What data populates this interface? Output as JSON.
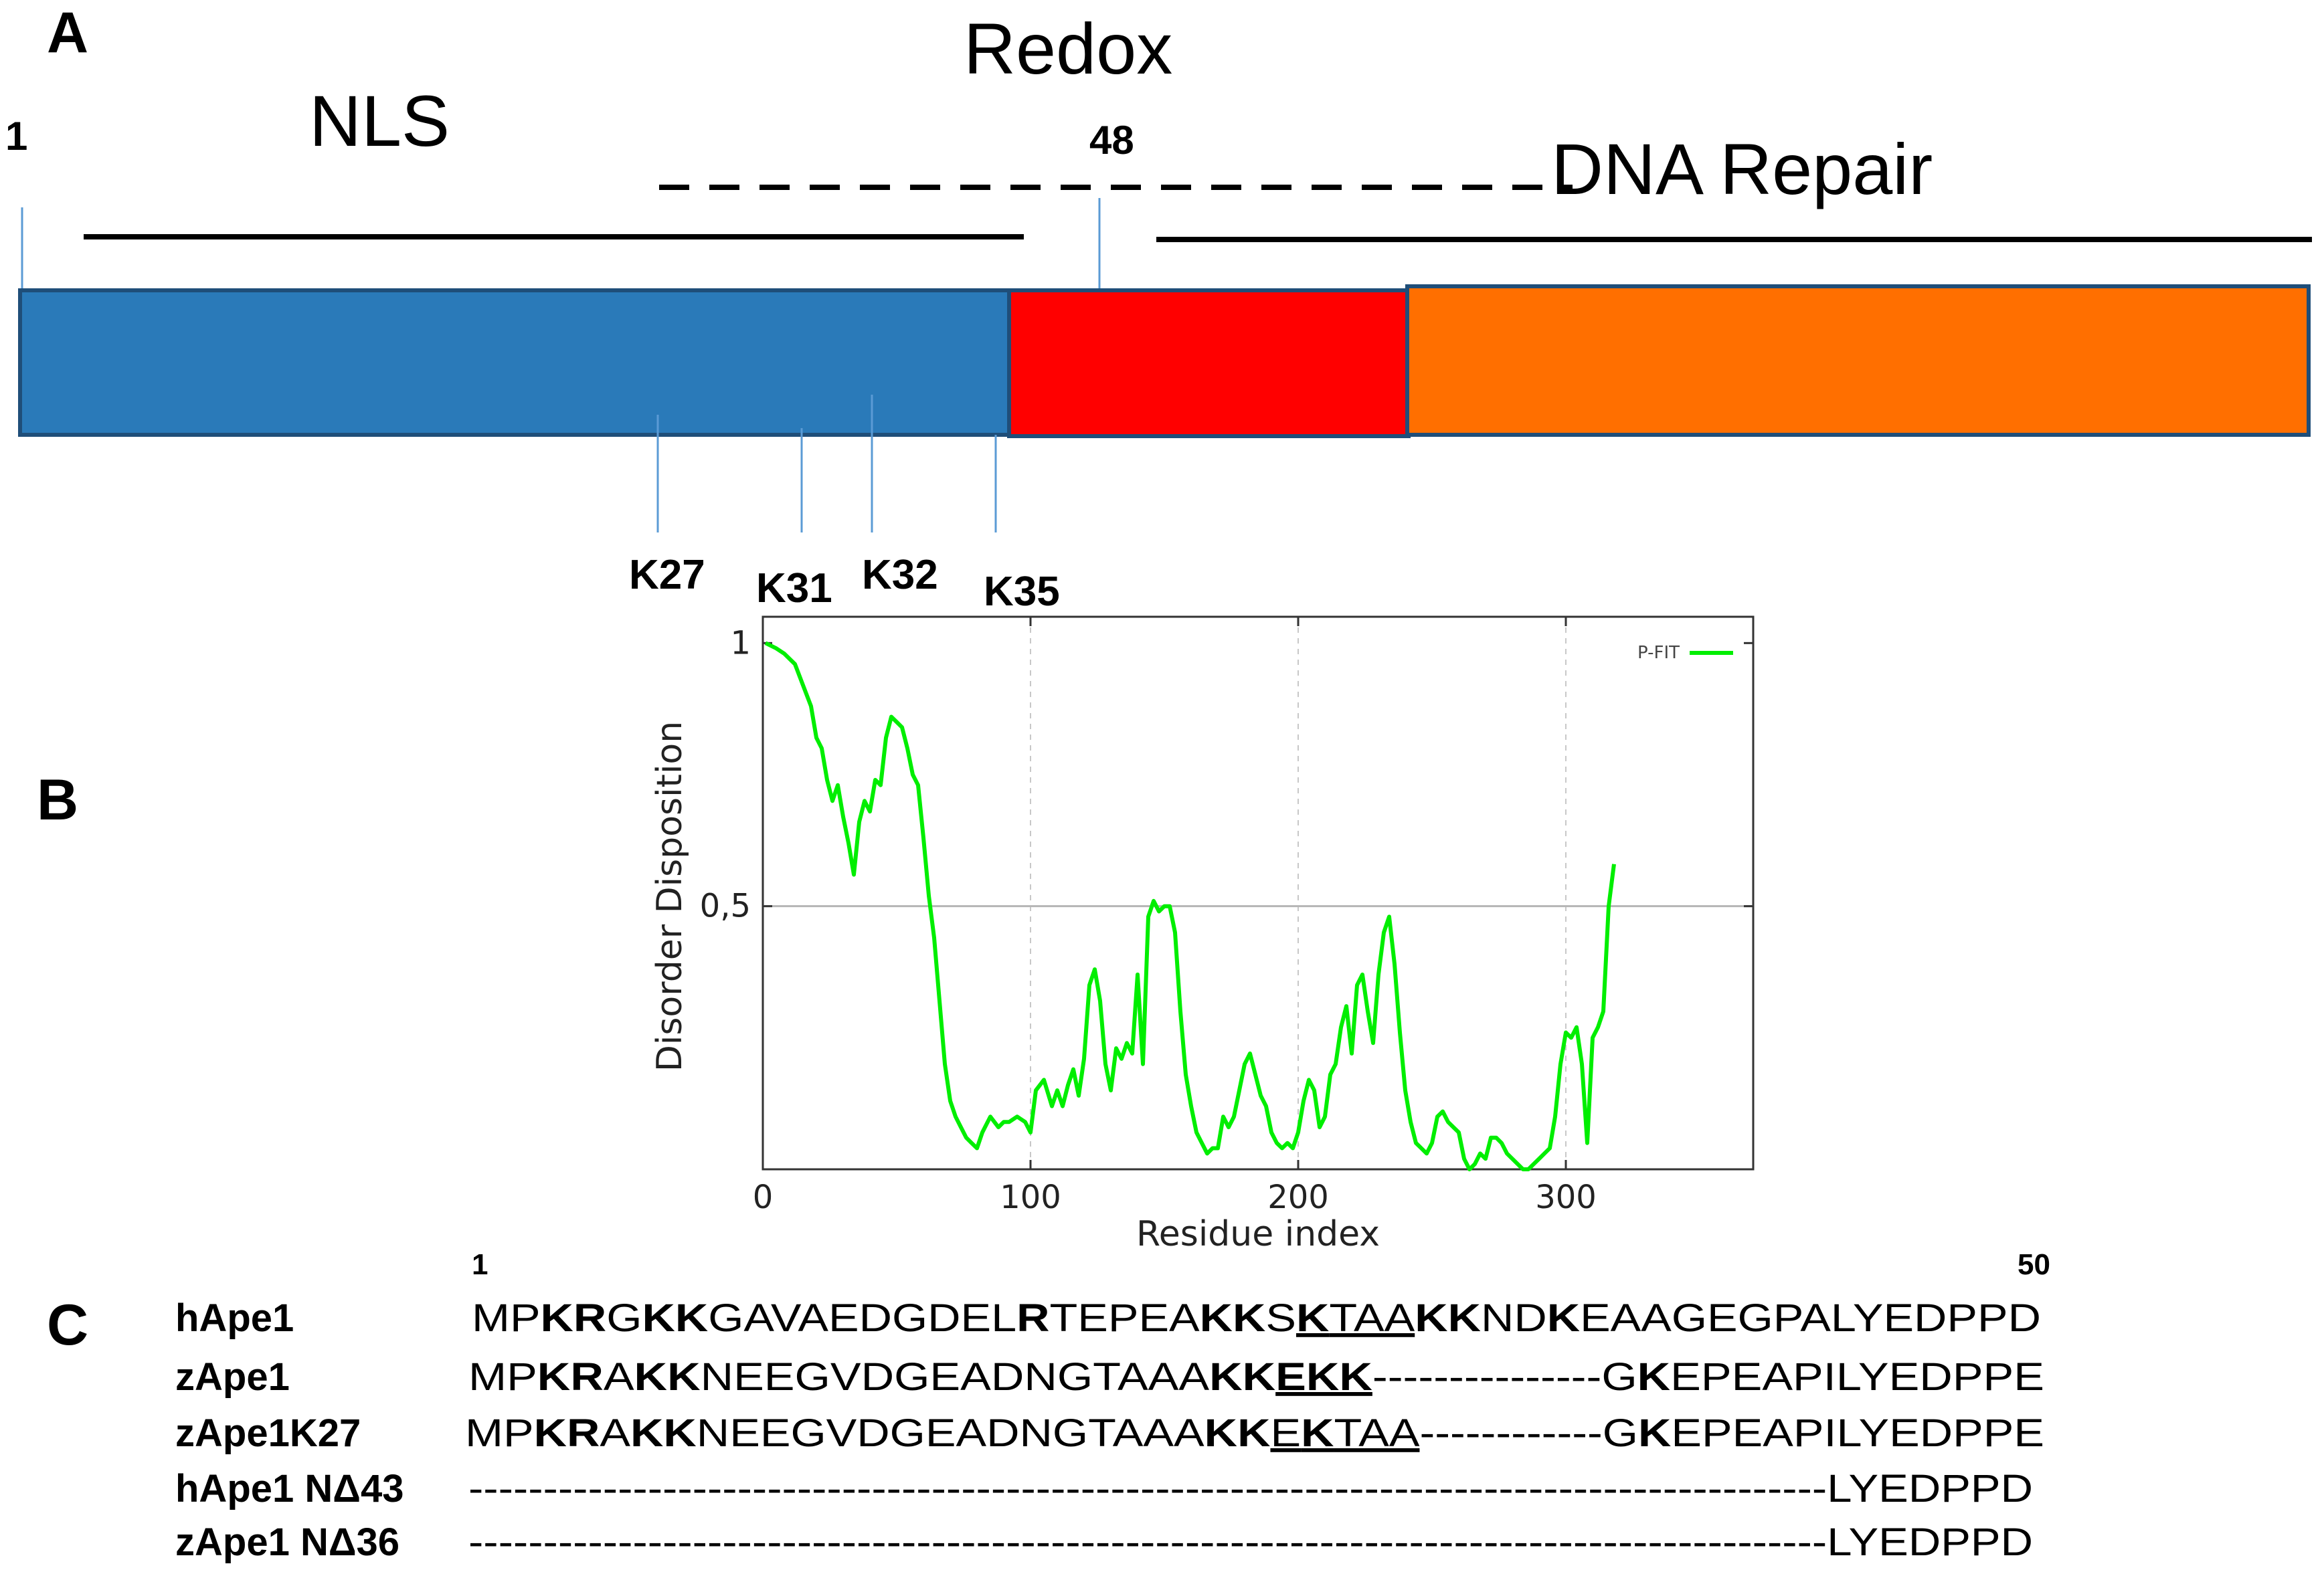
{
  "panel_a": {
    "letter": "A",
    "regions": {
      "nls": "NLS",
      "redox": "Redox",
      "dna_repair": "DNA Repair"
    },
    "positions": {
      "start": "1",
      "boundary": "48"
    },
    "segments": [
      {
        "name": "nls-segment",
        "color": "#2a7ab9"
      },
      {
        "name": "redox-segment",
        "color": "#ff0000"
      },
      {
        "name": "dna-repair-segment",
        "color": "#ff6f00"
      }
    ],
    "sites": [
      "K27",
      "K31",
      "K32",
      "K35"
    ]
  },
  "panel_b": {
    "letter": "B",
    "chart_data": {
      "type": "line",
      "xlabel": "Residue index",
      "ylabel": "Disorder Disposition",
      "xlim": [
        0,
        370
      ],
      "ylim": [
        0,
        1.05
      ],
      "xticks": [
        "0",
        "100",
        "200",
        "300"
      ],
      "yticks": [
        "0,5",
        "1"
      ],
      "threshold": 0.5,
      "grid_vertical": [
        100,
        200,
        300
      ],
      "legend_position": "top-right",
      "series": [
        {
          "name": "P-FIT",
          "color": "#00ee00",
          "x": [
            1,
            5,
            8,
            12,
            15,
            18,
            20,
            22,
            24,
            26,
            28,
            30,
            32,
            34,
            36,
            38,
            40,
            42,
            44,
            46,
            48,
            50,
            52,
            54,
            56,
            58,
            60,
            62,
            64,
            66,
            68,
            70,
            72,
            74,
            76,
            78,
            80,
            82,
            85,
            88,
            90,
            92,
            95,
            98,
            100,
            102,
            105,
            108,
            110,
            112,
            114,
            116,
            118,
            120,
            122,
            124,
            126,
            128,
            130,
            132,
            134,
            136,
            138,
            140,
            142,
            144,
            146,
            148,
            150,
            152,
            154,
            156,
            158,
            160,
            162,
            164,
            166,
            168,
            170,
            172,
            174,
            176,
            178,
            180,
            182,
            184,
            186,
            188,
            190,
            192,
            194,
            196,
            198,
            200,
            202,
            204,
            206,
            208,
            210,
            212,
            214,
            216,
            218,
            220,
            222,
            224,
            226,
            228,
            230,
            232,
            234,
            236,
            238,
            240,
            242,
            244,
            246,
            248,
            250,
            252,
            254,
            256,
            258,
            260,
            262,
            264,
            266,
            268,
            270,
            272,
            274,
            276,
            278,
            280,
            282,
            284,
            286,
            288,
            290,
            292,
            294,
            296,
            298,
            300,
            302,
            304,
            306,
            308,
            310,
            312,
            314,
            316,
            318
          ],
          "y": [
            1.0,
            0.99,
            0.98,
            0.96,
            0.92,
            0.88,
            0.82,
            0.8,
            0.74,
            0.7,
            0.73,
            0.67,
            0.62,
            0.56,
            0.66,
            0.7,
            0.68,
            0.74,
            0.73,
            0.82,
            0.86,
            0.85,
            0.84,
            0.8,
            0.75,
            0.73,
            0.63,
            0.52,
            0.44,
            0.32,
            0.2,
            0.13,
            0.1,
            0.08,
            0.06,
            0.05,
            0.04,
            0.07,
            0.1,
            0.08,
            0.09,
            0.09,
            0.1,
            0.09,
            0.07,
            0.15,
            0.17,
            0.12,
            0.15,
            0.12,
            0.16,
            0.19,
            0.14,
            0.21,
            0.35,
            0.38,
            0.32,
            0.2,
            0.15,
            0.23,
            0.21,
            0.24,
            0.22,
            0.37,
            0.2,
            0.48,
            0.51,
            0.49,
            0.5,
            0.5,
            0.45,
            0.3,
            0.18,
            0.12,
            0.07,
            0.05,
            0.03,
            0.04,
            0.04,
            0.1,
            0.08,
            0.1,
            0.15,
            0.2,
            0.22,
            0.18,
            0.14,
            0.12,
            0.07,
            0.05,
            0.04,
            0.05,
            0.04,
            0.07,
            0.13,
            0.17,
            0.15,
            0.08,
            0.1,
            0.18,
            0.2,
            0.27,
            0.31,
            0.22,
            0.35,
            0.37,
            0.3,
            0.24,
            0.37,
            0.45,
            0.48,
            0.39,
            0.26,
            0.15,
            0.09,
            0.05,
            0.04,
            0.03,
            0.05,
            0.1,
            0.11,
            0.09,
            0.08,
            0.07,
            0.02,
            0.0,
            0.01,
            0.03,
            0.02,
            0.06,
            0.06,
            0.05,
            0.03,
            0.02,
            0.01,
            0.0,
            0.0,
            0.01,
            0.02,
            0.03,
            0.04,
            0.1,
            0.2,
            0.26,
            0.25,
            0.27,
            0.2,
            0.05,
            0.25,
            0.27,
            0.3,
            0.5,
            0.58
          ]
        }
      ]
    }
  },
  "panel_c": {
    "letter": "C",
    "numbers": {
      "start": "1",
      "end": "50"
    },
    "sequences": [
      {
        "name": "hApe1",
        "parts": [
          {
            "t": "MP",
            "b": false,
            "u": false
          },
          {
            "t": "KR",
            "b": true,
            "u": false
          },
          {
            "t": "G",
            "b": false,
            "u": false
          },
          {
            "t": "KK",
            "b": true,
            "u": false
          },
          {
            "t": "GAVAEDGDEL",
            "b": false,
            "u": false
          },
          {
            "t": "R",
            "b": true,
            "u": false
          },
          {
            "t": "TEPEA",
            "b": false,
            "u": false
          },
          {
            "t": "KK",
            "b": true,
            "u": false
          },
          {
            "t": "S",
            "b": false,
            "u": false
          },
          {
            "t": "K",
            "b": true,
            "u": true
          },
          {
            "t": "TAA",
            "b": false,
            "u": true
          },
          {
            "t": "KK",
            "b": true,
            "u": false
          },
          {
            "t": "ND",
            "b": false,
            "u": false
          },
          {
            "t": "K",
            "b": true,
            "u": false
          },
          {
            "t": "EAAGEGPALYEDPPD",
            "b": false,
            "u": false
          }
        ]
      },
      {
        "name": "zApe1",
        "parts": [
          {
            "t": "MP",
            "b": false,
            "u": false
          },
          {
            "t": "KR",
            "b": true,
            "u": false
          },
          {
            "t": "A",
            "b": false,
            "u": false
          },
          {
            "t": "KK",
            "b": true,
            "u": false
          },
          {
            "t": "NEEGVDGEADNGTAAA",
            "b": false,
            "u": false
          },
          {
            "t": "KK",
            "b": true,
            "u": false
          },
          {
            "t": "EKK",
            "b": true,
            "u": true
          },
          {
            "t": "---------------",
            "b": false,
            "u": false
          },
          {
            "t": "G",
            "b": false,
            "u": false
          },
          {
            "t": "K",
            "b": true,
            "u": false
          },
          {
            "t": "EPEAPILYEDPPE",
            "b": false,
            "u": false
          }
        ]
      },
      {
        "name": "zApe1K27",
        "parts": [
          {
            "t": "MP",
            "b": false,
            "u": false
          },
          {
            "t": "KR",
            "b": true,
            "u": false
          },
          {
            "t": "A",
            "b": false,
            "u": false
          },
          {
            "t": "KK",
            "b": true,
            "u": false
          },
          {
            "t": "NEEGVDGEADNGTAAA",
            "b": false,
            "u": false
          },
          {
            "t": "KK",
            "b": true,
            "u": false
          },
          {
            "t": "E",
            "b": false,
            "u": true
          },
          {
            "t": "K",
            "b": true,
            "u": true
          },
          {
            "t": "TAA",
            "b": false,
            "u": true
          },
          {
            "t": "------------",
            "b": false,
            "u": false
          },
          {
            "t": "G",
            "b": false,
            "u": false
          },
          {
            "t": "K",
            "b": true,
            "u": false
          },
          {
            "t": "EPEAPILYEDPPE",
            "b": false,
            "u": false
          }
        ]
      },
      {
        "name": "hApe1 NΔ43",
        "parts": [
          {
            "t": "-------------------------------------------------------------------------------------------",
            "b": false,
            "u": false
          },
          {
            "t": "LYEDPPD",
            "b": false,
            "u": false
          }
        ]
      },
      {
        "name": "zApe1 NΔ36",
        "parts": [
          {
            "t": "-------------------------------------------------------------------------------------------",
            "b": false,
            "u": false
          },
          {
            "t": "LYEDPPD",
            "b": false,
            "u": false
          }
        ]
      }
    ]
  }
}
